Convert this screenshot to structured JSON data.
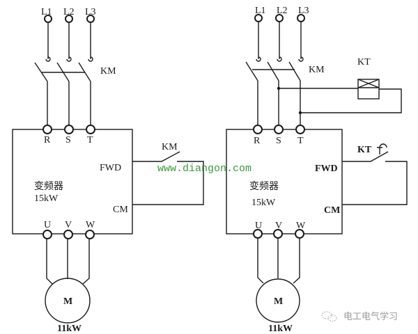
{
  "left_circuit": {
    "supply_labels": [
      "L1",
      "L2",
      "L3"
    ],
    "contactor_label": "KM",
    "input_terminals": [
      "R",
      "S",
      "T"
    ],
    "output_terminals": [
      "U",
      "V",
      "W"
    ],
    "drive_name": "变频器",
    "drive_power": "15kW",
    "fwd_label": "FWD",
    "cm_label": "CM",
    "aux_contact_label": "KM",
    "motor_label": "M",
    "motor_power": "11kW"
  },
  "right_circuit": {
    "supply_labels": [
      "L1",
      "L2",
      "L3"
    ],
    "contactor_label": "KM",
    "timer_label": "KT",
    "input_terminals": [
      "R",
      "S",
      "T"
    ],
    "output_terminals": [
      "U",
      "V",
      "W"
    ],
    "drive_name": "变频器",
    "drive_power": "15kW",
    "fwd_label": "FWD",
    "cm_label": "CM",
    "timer_contact_label": "KT",
    "motor_label": "M",
    "motor_power": "11kW"
  },
  "watermarks": {
    "url": "www.diangon.com",
    "account": "电工电气学习"
  }
}
